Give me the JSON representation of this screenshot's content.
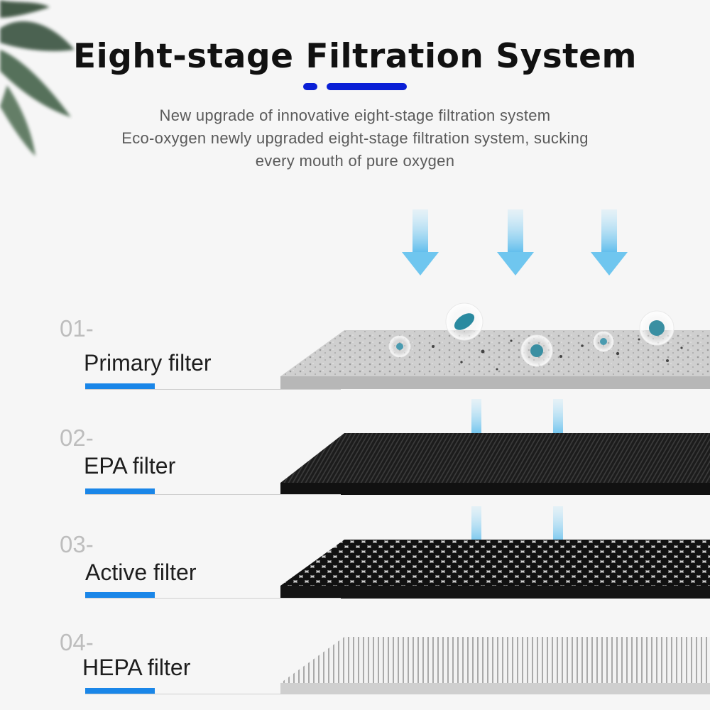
{
  "header": {
    "title": "Eight-stage Filtration System",
    "subtitle_lines": [
      "New upgrade of innovative eight-stage filtration system",
      "Eco-oxygen newly upgraded eight-stage filtration system, sucking",
      "every mouth of pure oxygen"
    ]
  },
  "stages": [
    {
      "number": "01-",
      "label": "Primary filter"
    },
    {
      "number": "02-",
      "label": "EPA filter"
    },
    {
      "number": "03-",
      "label": "Active filter"
    },
    {
      "number": "04-",
      "label": "HEPA filter"
    }
  ],
  "colors": {
    "accent": "#0a1fd6",
    "stage_bar": "#1a86e8",
    "airflow_arrow": "#7ccbf0",
    "title": "#111111",
    "stage_number": "#bdbdbd"
  }
}
